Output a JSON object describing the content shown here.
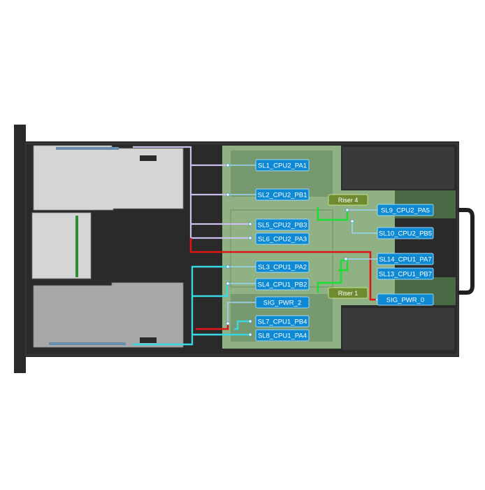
{
  "colors": {
    "chassis": "#2a2a2a",
    "chassis_edge": "#161616",
    "board": "#8fb184",
    "board_dark": "#5c7d56",
    "card_light": "#d4d6d6",
    "card_dark": "#a6a8aa",
    "label_bg": "#0e89d4",
    "label_border": "#9fd7f5",
    "riser_bg": "#6e8c2f",
    "riser_border": "#c4e08a",
    "cable_lavender": "#c9c0ec",
    "cable_cyan": "#38d8e4",
    "cable_red": "#e01414",
    "cable_green": "#18e030",
    "cable_lightblue": "#9fd5f7"
  },
  "connectors": [
    {
      "id": "sl1",
      "label": "SL1_CPU2_PA1"
    },
    {
      "id": "sl2",
      "label": "SL2_CPU2_PB1"
    },
    {
      "id": "sl5",
      "label": "SL5_CPU2_PB3"
    },
    {
      "id": "sl6",
      "label": "SL6_CPU2_PA3"
    },
    {
      "id": "sl3",
      "label": "SL3_CPU1_PA2"
    },
    {
      "id": "sl4",
      "label": "SL4_CPU1_PB2"
    },
    {
      "id": "sigpwr2",
      "label": "SIG_PWR_2"
    },
    {
      "id": "sl7",
      "label": "SL7_CPU1_PB4"
    },
    {
      "id": "sl8",
      "label": "SL8_CPU1_PA4"
    },
    {
      "id": "sl9",
      "label": "SL9_CPU2_PA5"
    },
    {
      "id": "sl10",
      "label": "SL10_CPU2_PB5"
    },
    {
      "id": "sl14",
      "label": "SL14_CPU1_PA7"
    },
    {
      "id": "sl13",
      "label": "SL13_CPU1_PB7"
    },
    {
      "id": "sigpwr0",
      "label": "SIG_PWR_0"
    }
  ],
  "risers": [
    {
      "id": "riser4",
      "label": "Riser 4"
    },
    {
      "id": "riser1",
      "label": "Riser 1"
    }
  ]
}
